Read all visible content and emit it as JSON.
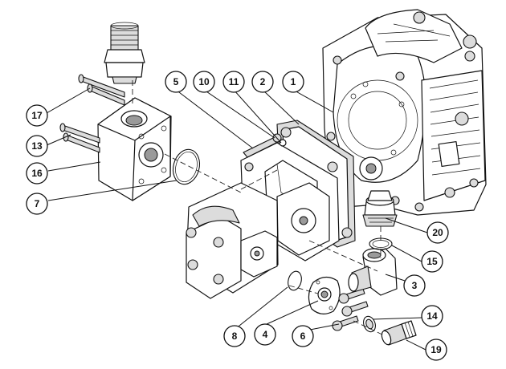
{
  "callouts": [
    {
      "id": "1",
      "label": "1"
    },
    {
      "id": "2",
      "label": "2"
    },
    {
      "id": "3",
      "label": "3"
    },
    {
      "id": "4",
      "label": "4"
    },
    {
      "id": "5",
      "label": "5"
    },
    {
      "id": "6",
      "label": "6"
    },
    {
      "id": "7",
      "label": "7"
    },
    {
      "id": "8",
      "label": "8"
    },
    {
      "id": "10",
      "label": "10"
    },
    {
      "id": "11",
      "label": "11"
    },
    {
      "id": "13",
      "label": "13"
    },
    {
      "id": "14",
      "label": "14"
    },
    {
      "id": "15",
      "label": "15"
    },
    {
      "id": "16",
      "label": "16"
    },
    {
      "id": "17",
      "label": "17"
    },
    {
      "id": "19",
      "label": "19"
    },
    {
      "id": "20",
      "label": "20"
    }
  ],
  "colors": {
    "line": "#111111",
    "shade": "#dcdcdc",
    "background": "#ffffff"
  }
}
